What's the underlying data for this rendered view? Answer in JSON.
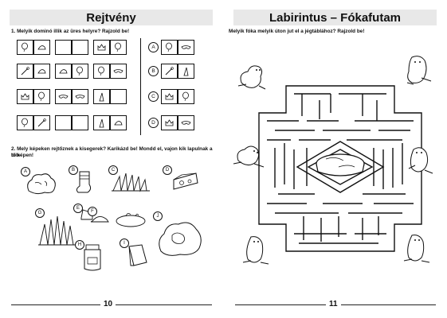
{
  "left_page": {
    "title": "Rejtvény",
    "task1": "1. Melyik dominó illik az üres helyre? Rajzold be!",
    "task2_line1": "2. Mely képeken rejtőznek a kisegerek? Karikázd be! Mondd el, vajon kik lapulnak a töb-",
    "task2_line2": "bi képen!",
    "answer_letters": [
      "A",
      "B",
      "C",
      "D"
    ],
    "picture_letters": [
      "A",
      "B",
      "C",
      "D",
      "E",
      "F",
      "G",
      "H",
      "I",
      "J"
    ],
    "page_number": "10"
  },
  "right_page": {
    "title": "Labirintus – Fókafutam",
    "task": "Melyik fóka melyik úton jut el a jégtáblához? Rajzold be!",
    "page_number": "11"
  }
}
